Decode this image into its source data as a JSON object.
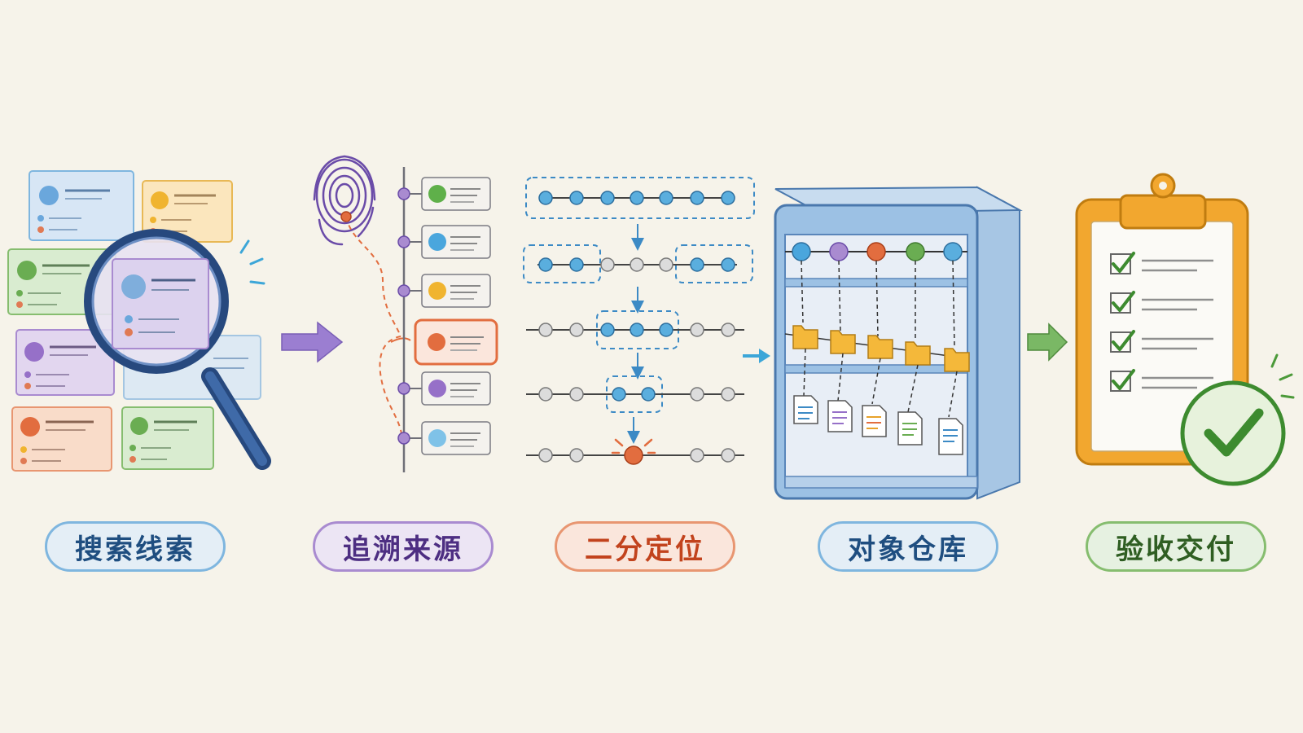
{
  "stages": [
    {
      "id": "search",
      "label": "搜索线索",
      "icon": "magnifier-icon",
      "color": "#1f4e80"
    },
    {
      "id": "trace",
      "label": "追溯来源",
      "icon": "fingerprint-icon",
      "color": "#4d2e82"
    },
    {
      "id": "bisect",
      "label": "二分定位",
      "icon": "bisect-icon",
      "color": "#c2431d"
    },
    {
      "id": "store",
      "label": "对象仓库",
      "icon": "cabinet-icon",
      "color": "#1f4e80"
    },
    {
      "id": "accept",
      "label": "验收交付",
      "icon": "clipboard-check-icon",
      "color": "#2f5e22"
    }
  ]
}
